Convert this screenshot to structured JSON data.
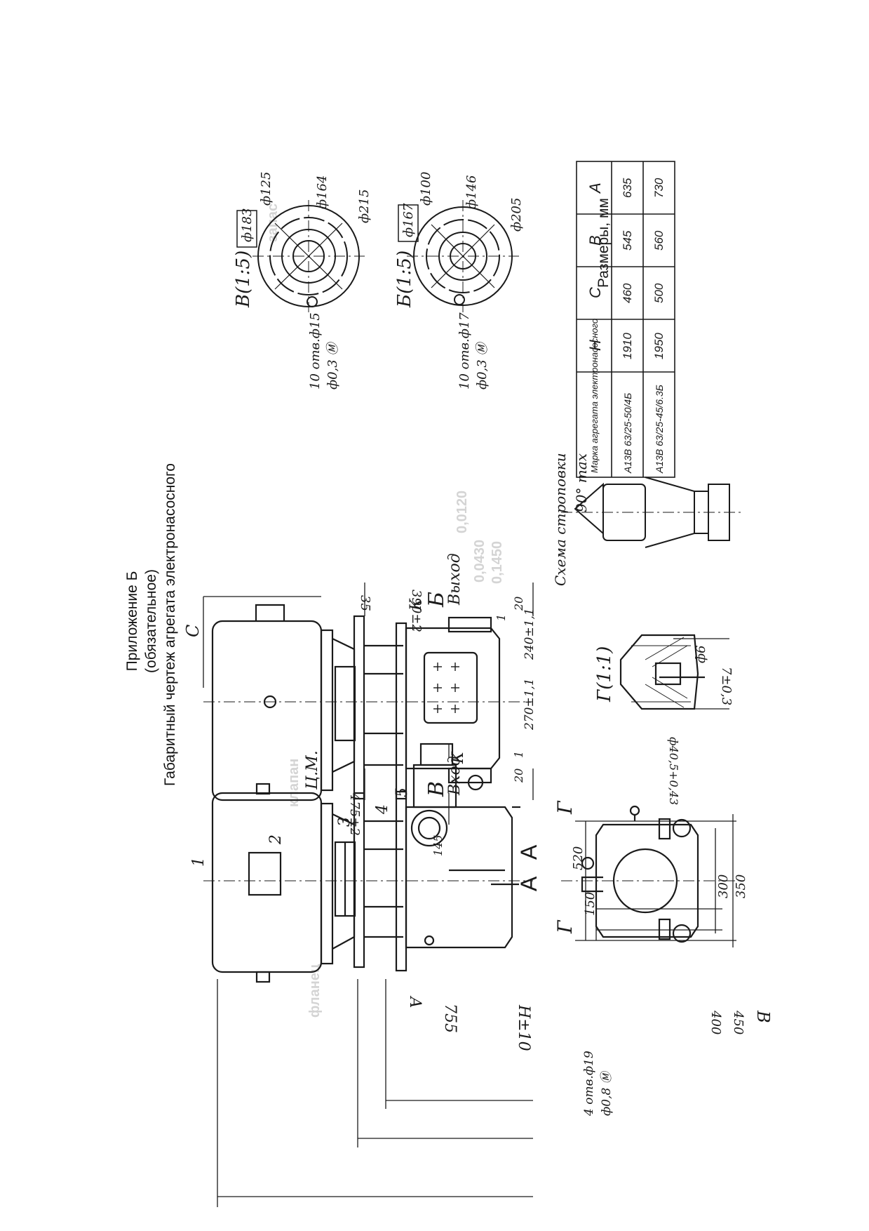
{
  "header": {
    "appendix": "Приложение Б",
    "status": "(обязательное)",
    "title": "Габаритный чертеж агрегата электронасосного"
  },
  "main_view": {
    "parts": [
      "1",
      "2",
      "3",
      "4",
      "5"
    ],
    "coupling_mark": "Ц.М.",
    "inlet_label": "Вход",
    "outlet_label": "Выход",
    "view_marks": [
      "В",
      "Б",
      "Г",
      "Г",
      "К",
      "К"
    ],
    "section_label": "А",
    "dims": {
      "total_height": "H±10",
      "d755": "755",
      "d_A": "А",
      "d145": "145",
      "d475": "475±2",
      "d390": "390±2",
      "d35": "35",
      "d20a": "20",
      "d20b": "20",
      "d1a": "1",
      "d1b": "1",
      "d270": "270±1,1",
      "d240": "240±1,1",
      "d_C": "С"
    }
  },
  "view_A": {
    "label": "А",
    "holes": "4 отв.ф19",
    "tolerance": "ф0,8 Ⓜ",
    "dims": {
      "d520": "520",
      "d150": "150",
      "d300": "300",
      "d350": "350",
      "d400": "400",
      "d450": "450",
      "d_B": "В"
    }
  },
  "detail_G": {
    "label": "Г(1:1)",
    "dims": {
      "d_phi6": "ф6",
      "d7": "7±0,3",
      "d40": "ф40,5+0,43"
    }
  },
  "detail_V": {
    "label": "В(1:5)",
    "holes": "10 отв.ф15",
    "tolerance": "ф0,3 Ⓜ",
    "dims": [
      "ф183",
      "ф125",
      "ф164",
      "ф215"
    ]
  },
  "detail_B": {
    "label": "Б(1:5)",
    "holes": "10 отв.ф17",
    "tolerance": "ф0,3 Ⓜ",
    "dims": [
      "ф167",
      "ф100",
      "ф146",
      "ф205"
    ]
  },
  "sling": {
    "title": "Схема строповки",
    "angle": "90° max"
  },
  "ghost_text": [
    "0,0430",
    "0,0120",
    "0,1450",
    "запас",
    "фланец",
    "клапан"
  ],
  "sizes_table": {
    "caption": "Размеры, мм",
    "headers": [
      "Марка агрегата электронасосного",
      "H",
      "С",
      "В",
      "А"
    ],
    "rows": [
      [
        "А13В 63/25-50/4Б",
        "1910",
        "460",
        "545",
        "635"
      ],
      [
        "А13В 63/25-45/6.3Б",
        "1950",
        "500",
        "560",
        "730"
      ]
    ]
  }
}
